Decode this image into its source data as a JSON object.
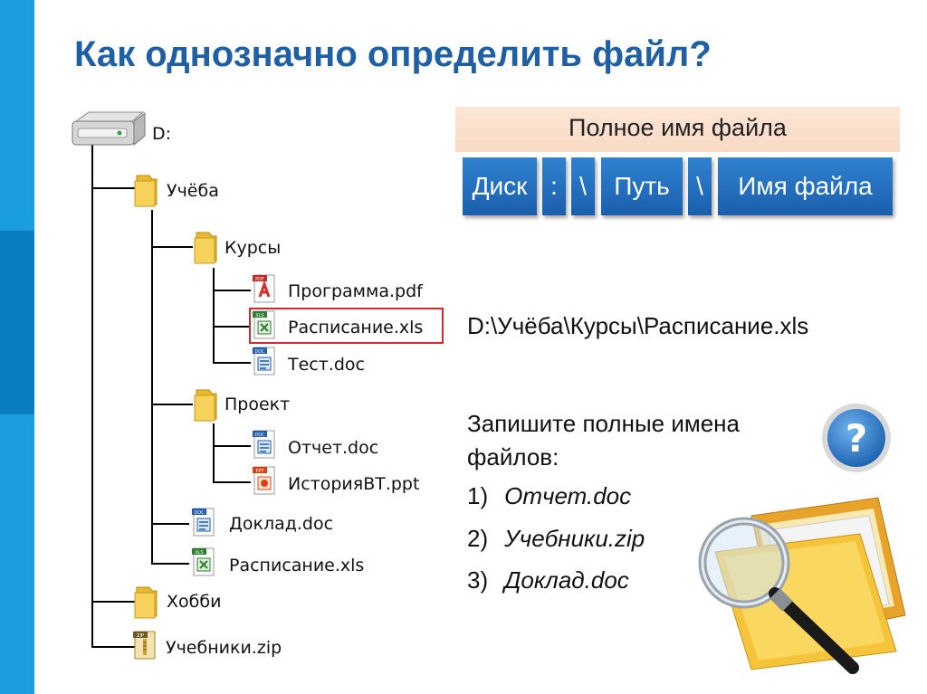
{
  "slide": {
    "title": "Как однозначно определить файл?"
  },
  "tree": {
    "root": "D:",
    "folder_study": "Учёба",
    "folder_courses": "Курсы",
    "file_program": "Программа.pdf",
    "file_schedule1": "Расписание.xls",
    "file_test": "Тест.doc",
    "folder_project": "Проект",
    "file_report": "Отчет.doc",
    "file_history": "ИсторияВТ.ppt",
    "file_doklad": "Доклад.doc",
    "file_schedule2": "Расписание.xls",
    "folder_hobby": "Хобби",
    "file_textbooks": "Учебники.zip",
    "badge_pdf": "PDF",
    "badge_xls": "XLS",
    "badge_doc": "DOC",
    "badge_ppt": "PPT",
    "badge_zip": "ZIP"
  },
  "fullname": {
    "header": "Полное имя файла",
    "segments": [
      "Диск",
      ":",
      "\\",
      "Путь",
      "\\",
      "Имя файла"
    ]
  },
  "example": {
    "path": "D:\\Учёба\\Курсы\\Расписание.xls"
  },
  "task": {
    "prompt": "Запишите полные имена файлов:",
    "items": [
      {
        "num": "1)",
        "text": "Отчет.doc"
      },
      {
        "num": "2)",
        "text": "Учебники.zip"
      },
      {
        "num": "3)",
        "text": "Доклад.doc"
      }
    ],
    "help_symbol": "?"
  },
  "colors": {
    "accent_bar": "#1b9ee0",
    "title": "#1f5fa3",
    "segment_blue": "#1a5fae",
    "header_band": "#fde6d6",
    "highlight_border": "#d02a2a"
  }
}
